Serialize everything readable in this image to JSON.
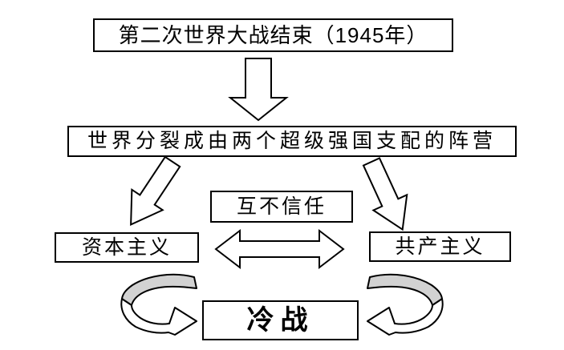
{
  "diagram": {
    "language": "zh",
    "colors": {
      "background": "#ffffff",
      "line": "#000000",
      "text": "#000000",
      "box_fill": "#ffffff",
      "arrow_fill": "#ffffff",
      "ribbon_top_fill": "#d2d2d2"
    },
    "nodes": {
      "ww2_end": {
        "label": "第二次世界大战结束（1945年）"
      },
      "world_split": {
        "label": "世界分裂成由两个超级强国支配的阵营"
      },
      "mutual_distrust": {
        "label": "互不信任"
      },
      "capitalism": {
        "label": "资本主义"
      },
      "communism": {
        "label": "共产主义"
      },
      "cold_war": {
        "label": "冷战"
      }
    },
    "connectors": [
      {
        "name": "down-block-arrow",
        "from": "ww2_end",
        "to": "world_split",
        "style": "straight-block-arrow"
      },
      {
        "name": "diagonal-block-arrow-left",
        "from": "world_split",
        "to": "capitalism",
        "style": "diagonal-block-arrow"
      },
      {
        "name": "diagonal-block-arrow-right",
        "from": "world_split",
        "to": "communism",
        "style": "diagonal-block-arrow"
      },
      {
        "name": "double-headed-block-arrow",
        "from": "capitalism",
        "to": "communism",
        "label_above": "互不信任",
        "style": "double-headed-block-arrow"
      },
      {
        "name": "curved-ribbon-arrow-left",
        "from": "capitalism",
        "to": "cold_war",
        "style": "curved-3d-ribbon-arrow"
      },
      {
        "name": "curved-ribbon-arrow-right",
        "from": "communism",
        "to": "cold_war",
        "style": "curved-3d-ribbon-arrow"
      }
    ]
  }
}
